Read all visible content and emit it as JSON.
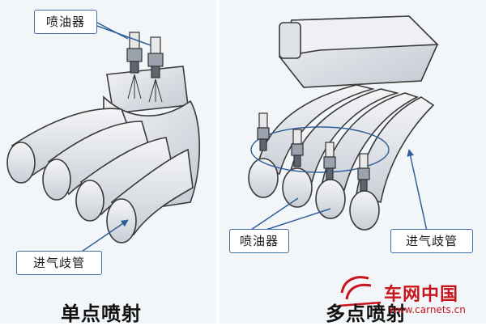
{
  "left": {
    "injector_label": "喷油器",
    "manifold_label": "进气歧管",
    "caption": "单点喷射"
  },
  "right": {
    "injector_label": "喷油器",
    "manifold_label": "进气歧管",
    "caption": "多点喷射"
  },
  "watermark": {
    "text": "车网中国",
    "url": "www.carnets.cn"
  },
  "colors": {
    "outline": "#3a3a3a",
    "box_border": "#3f6fa4",
    "leader": "#2f5f9a",
    "watermark": "#c8141a"
  }
}
